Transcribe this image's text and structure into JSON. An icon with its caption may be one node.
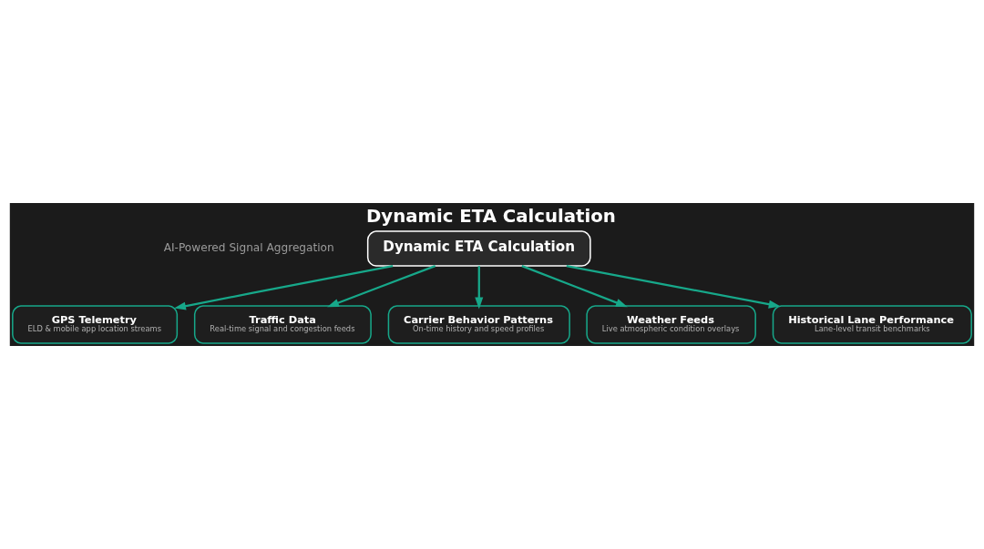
{
  "diagram": {
    "title": "Dynamic ETA Calculation",
    "nodes": [
      {
        "text": [
          "Dynamic ETA Calculation"
        ]
      },
      {
        "text": [
          "GPS Telemetry",
          "ELD & mobile app location streams"
        ]
      },
      {
        "text": [
          "Traffic Data",
          "Real-time signal and congestion feeds"
        ]
      },
      {
        "text": [
          "Carrier Behavior Patterns",
          "On-time history and speed profiles"
        ]
      },
      {
        "text": [
          "Weather Feeds",
          "Live atmospheric condition overlays"
        ]
      },
      {
        "text": [
          "Historical Lane Performance",
          "Lane-level transit benchmarks"
        ]
      }
    ],
    "edges": [
      {
        "from": 0,
        "to": 1,
        "arrow": "to"
      },
      {
        "from": 0,
        "to": 3,
        "arrow": "to"
      },
      {
        "from": 0,
        "to": 5,
        "arrow": "to"
      },
      {
        "from": 0,
        "to": 4,
        "arrow": "to"
      },
      {
        "from": 0,
        "to": 2,
        "arrow": "to"
      }
    ],
    "labels": [
      "AI-Powered Signal Aggregation"
    ]
  }
}
